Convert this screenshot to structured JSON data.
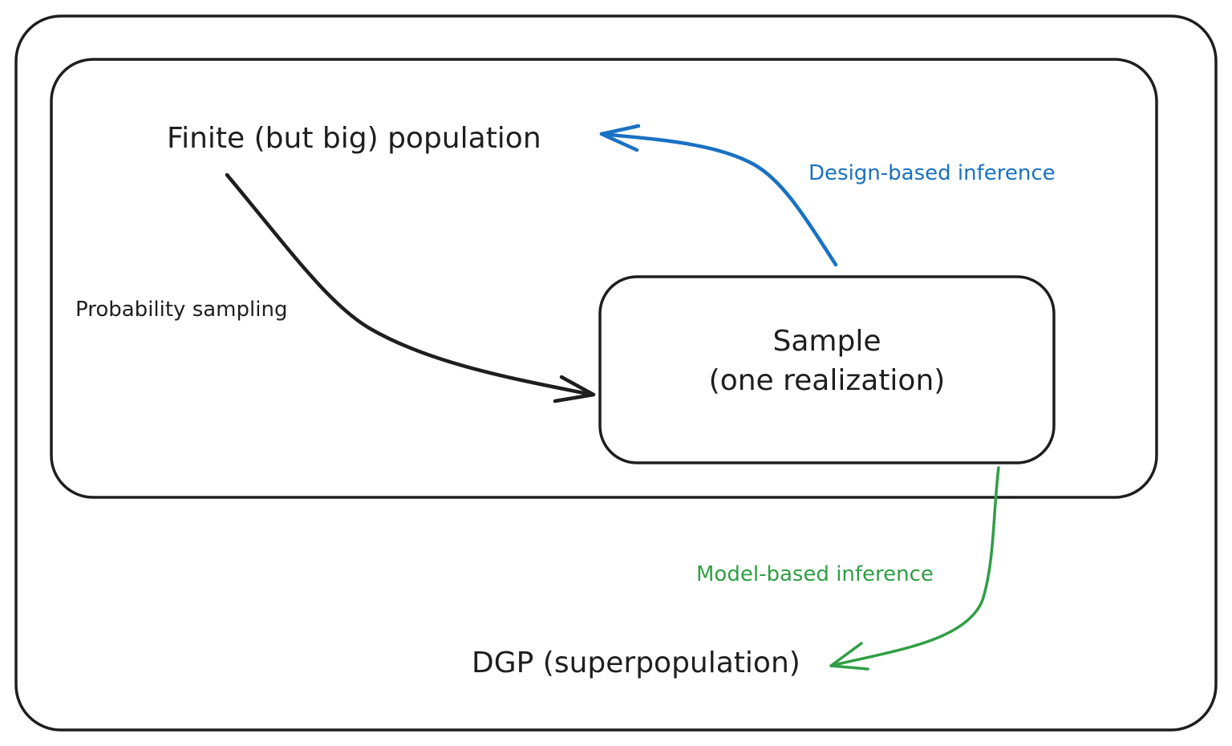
{
  "diagram": {
    "population_label": "Finite (but big) population",
    "sampling_label": "Probability sampling",
    "sample_box": {
      "line1": "Sample",
      "line2": "(one realization)"
    },
    "design_label": "Design-based inference",
    "model_label": "Model-based inference",
    "dgp_label": "DGP (superpopulation)"
  },
  "colors": {
    "ink": "#1e1e1e",
    "design_blue": "#1971c2",
    "model_green": "#2f9e44"
  }
}
